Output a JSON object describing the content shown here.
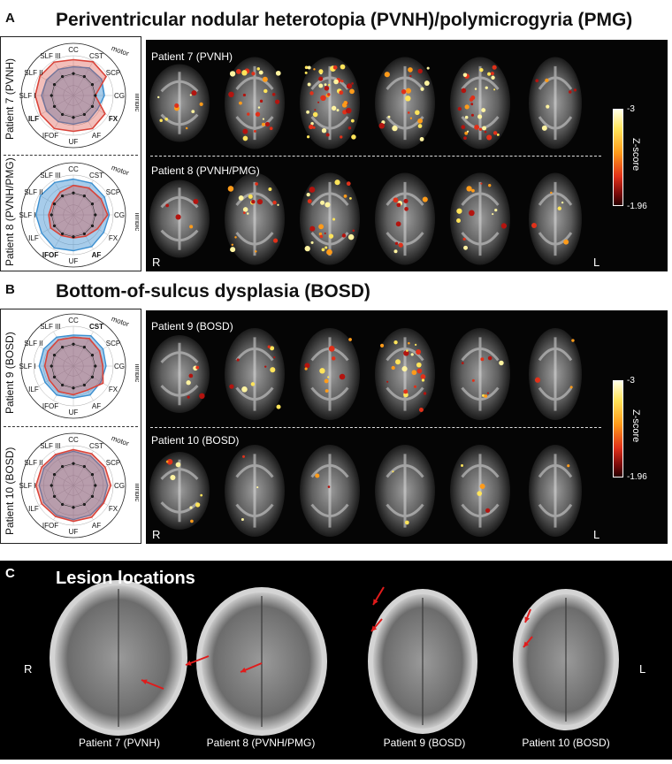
{
  "section_a": {
    "letter": "A",
    "title": "Periventricular nodular heterotopia (PVNH)/polymicrogyria (PMG)",
    "rows": [
      {
        "side_label": "Patient 7 (PVNH)",
        "mri_label": "Patient 7 (PVNH)",
        "bold_tracts": [
          "ILF",
          "FX"
        ]
      },
      {
        "side_label": "Patient 8 (PVNH/PMG)",
        "mri_label": "Patient 8 (PVNH/PMG)",
        "bold_tracts": [
          "IFOF",
          "AF"
        ]
      }
    ],
    "corner_left": "R",
    "corner_right": "L"
  },
  "section_b": {
    "letter": "B",
    "title": "Bottom-of-sulcus dysplasia (BOSD)",
    "rows": [
      {
        "side_label": "Patient 9 (BOSD)",
        "mri_label": "Patient 9 (BOSD)",
        "bold_tracts": [
          "CST"
        ]
      },
      {
        "side_label": "Patient 10 (BOSD)",
        "mri_label": "Patient 10 (BOSD)",
        "bold_tracts": []
      }
    ],
    "corner_left": "R",
    "corner_right": "L"
  },
  "radar": {
    "tracts": [
      "CC",
      "CST",
      "SCP",
      "CG",
      "FX",
      "AF",
      "UF",
      "IFOF",
      "ILF",
      "SLF I",
      "SLF II",
      "SLF III"
    ],
    "groups": [
      "motor",
      "limbic",
      "association"
    ]
  },
  "colorbar": {
    "title": "Z-score",
    "max_label": "-3",
    "min_label": "-1.96"
  },
  "section_c": {
    "letter": "C",
    "title": "Lesion locations",
    "left_label": "R",
    "right_label": "L",
    "captions": [
      "Patient 7 (PVNH)",
      "Patient 8 (PVNH/PMG)",
      "Patient 9 (BOSD)",
      "Patient 10 (BOSD)"
    ]
  },
  "colors": {
    "patient_red": "#d9443a",
    "control_blue": "#3b8fd0",
    "lesion_arrow": "#e01b1b"
  }
}
